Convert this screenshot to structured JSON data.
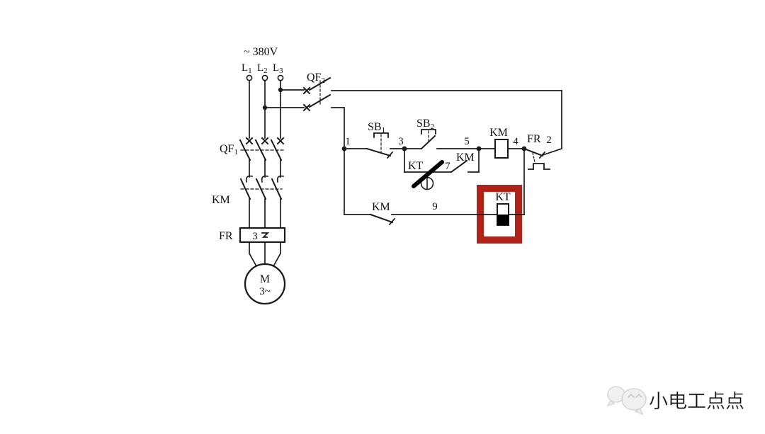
{
  "diagram": {
    "supply": {
      "voltage": "~ 380V",
      "l1": {
        "main": "L",
        "sub": "1"
      },
      "l2": {
        "main": "L",
        "sub": "2"
      },
      "l3": {
        "main": "L",
        "sub": "3"
      }
    },
    "power": {
      "qf1": {
        "main": "QF",
        "sub": "1"
      },
      "km_label": "KM",
      "fr_label": "FR",
      "fr_inside": "3",
      "motor_letter": "M",
      "motor_phase": "3~"
    },
    "control": {
      "qf2": {
        "main": "QF",
        "sub": "2"
      },
      "sb1": {
        "main": "SB",
        "sub": "1"
      },
      "sb2": {
        "main": "SB",
        "sub": "2"
      },
      "km_coil": "KM",
      "km_aux": "KM",
      "km_nc": "KM",
      "kt_contact": "KT",
      "kt_coil": "KT",
      "fr_contact": "FR",
      "nodes": {
        "n1": "1",
        "n2": "2",
        "n3": "3",
        "n4": "4",
        "n5": "5",
        "n7": "7",
        "n9": "9"
      }
    },
    "colors": {
      "highlight": "#b02318",
      "wire": "#1b1b1b",
      "watermark": "#dcdcdc"
    },
    "watermark": {
      "text": "小电工点点"
    }
  }
}
